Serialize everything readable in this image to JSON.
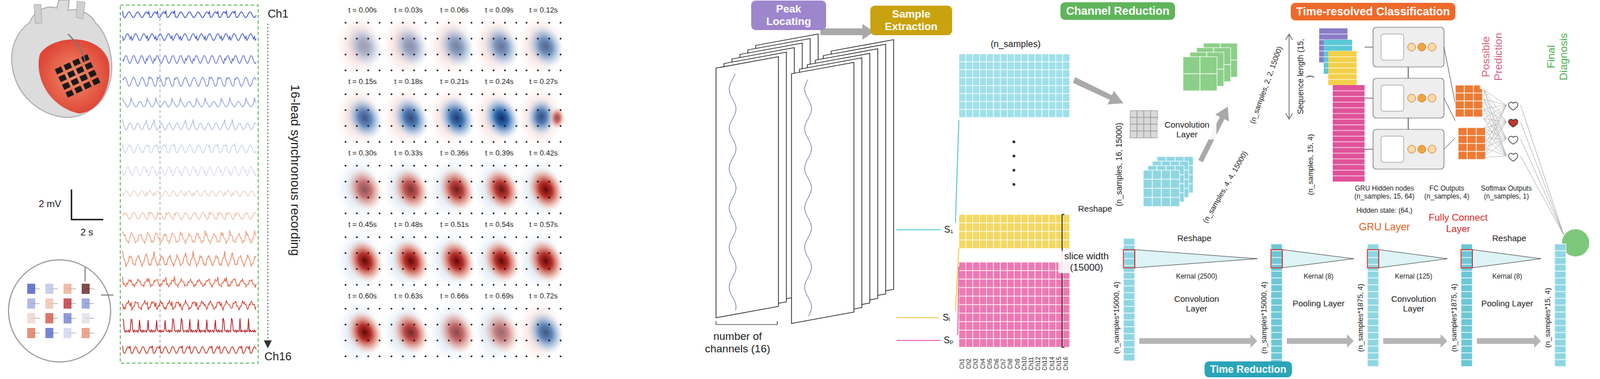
{
  "diagram": {
    "nodes": [
      {
        "text": [
          "Peak Locating"
        ]
      },
      {
        "text": [
          "Sample Extraction"
        ]
      },
      {
        "text": [
          "Channel Reduction"
        ]
      },
      {
        "text": [
          "Time-resolved Classification"
        ]
      },
      {
        "text": [
          "Time Reduction"
        ]
      }
    ],
    "labels": [
      "Ch1",
      "16-lead synchronous recording",
      "Ch16",
      "2 mV",
      "2 s",
      "t = 0.00s",
      "t = 0.03s",
      "t = 0.06s",
      "t = 0.09s",
      "t = 0.12s",
      "t = 0.15s",
      "t = 0.18s",
      "t = 0.21s",
      "t = 0.24s",
      "t = 0.27s",
      "t = 0.30s",
      "t = 0.33s",
      "t = 0.36s",
      "t = 0.39s",
      "t = 0.42s",
      "t = 0.45s",
      "t = 0.48s",
      "t = 0.51s",
      "t = 0.54s",
      "t = 0.57s",
      "t = 0.60s",
      "t = 0.63s",
      "t = 0.66s",
      "t = 0.69s",
      "t = 0.72s",
      "(n_samples)",
      "Reshape",
      "(n_samples, 16, 15000)",
      "slice width (15000)",
      "S₁",
      "Sᵢ",
      "Sₚ",
      "number of channels (16)",
      "Ch1",
      "Ch2",
      "Ch3",
      "Ch4",
      "Ch5",
      "Ch6",
      "Ch7",
      "Ch8",
      "Ch9",
      "Ch10",
      "Ch11",
      "Ch12",
      "Ch13",
      "Ch14",
      "Ch15",
      "Ch16",
      "Convolution Layer",
      "(n_samples, 4, 4, 15000)",
      "Reshape",
      "(n_samples, 2, 2, 15000)",
      "Sequence length (15, )",
      "GRU Hidden nodes (n_samples, 15, 64)",
      "Hidden state: (64,)",
      "FC Outputs (n_samples, 4)",
      "Softmax Outputs (n_samples, 1)",
      "GRU Layer",
      "Fully Connect Layer",
      "Possible Prediction",
      "Final Diagnosis",
      "(n_samples, 15, 4)",
      "Reshape",
      "(n_samples*15000, 4)",
      "Convolution Layer",
      "(n_samples*15000, 4)",
      "Pooling Layer",
      "(n_samples*1875, 4)",
      "Convolution Layer",
      "(n_samples*1875, 4)",
      "Pooling Layer",
      "(n_samples*15, 4)",
      "Kernal (2500)",
      "Kernal (8)",
      "Kernal (125)",
      "Kernal (8)"
    ]
  }
}
